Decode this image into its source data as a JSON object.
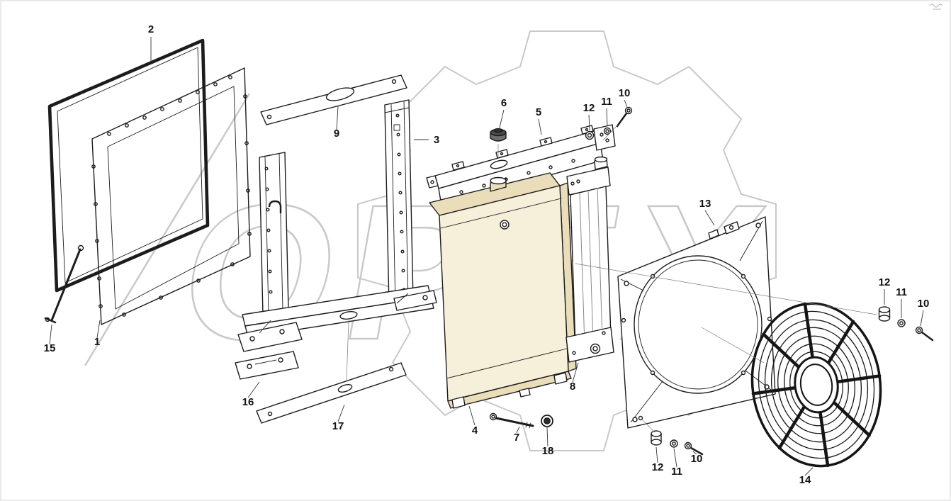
{
  "diagram": {
    "watermark_text": "OPEX",
    "colors": {
      "line": "#1c1c1c",
      "label": "#111111",
      "watermark": "#c9c9c9",
      "radiator_fill": "#f6efd9",
      "radiator_shade": "#e9ddba",
      "background": "#ffffff"
    }
  },
  "callouts": [
    {
      "text": "2"
    },
    {
      "text": "1"
    },
    {
      "text": "15"
    },
    {
      "text": "9"
    },
    {
      "text": "3"
    },
    {
      "text": "6"
    },
    {
      "text": "5"
    },
    {
      "text": "12"
    },
    {
      "text": "11"
    },
    {
      "text": "10"
    },
    {
      "text": "13"
    },
    {
      "text": "12"
    },
    {
      "text": "11"
    },
    {
      "text": "10"
    },
    {
      "text": "4"
    },
    {
      "text": "7"
    },
    {
      "text": "18"
    },
    {
      "text": "8"
    },
    {
      "text": "16"
    },
    {
      "text": "17"
    },
    {
      "text": "12"
    },
    {
      "text": "11"
    },
    {
      "text": "10"
    },
    {
      "text": "14"
    }
  ]
}
